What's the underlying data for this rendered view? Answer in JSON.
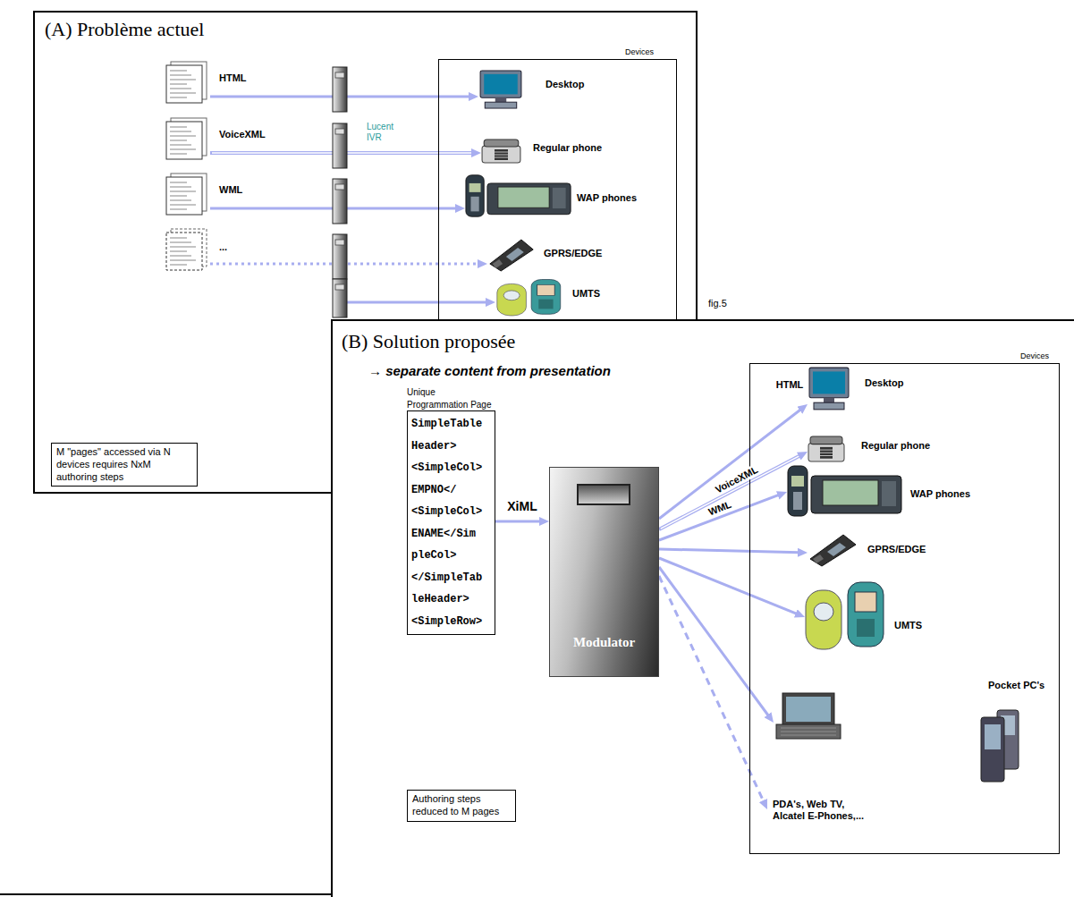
{
  "diagram": {
    "nodes": [
      {
        "text": [
          "(A) Problème actuel"
        ]
      },
      {
        "text": [
          "HTML"
        ],
        "in": 0
      },
      {
        "text": [
          "VoiceXML"
        ],
        "in": 0
      },
      {
        "text": [
          "WML"
        ],
        "in": 0
      },
      {
        "text": [
          "..."
        ],
        "in": 0
      },
      {
        "text": [
          "Devices"
        ],
        "in": 0
      },
      {
        "text": [
          "Desktop"
        ],
        "in": 5
      },
      {
        "text": [
          "Regular phone"
        ],
        "in": 5
      },
      {
        "text": [
          "WAP phones"
        ],
        "in": 5
      },
      {
        "text": [
          "GPRS/EDGE"
        ],
        "in": 5
      },
      {
        "text": [
          "UMTS"
        ],
        "in": 5
      },
      {
        "text": [
          "M \"pages\" accessed via N devices requires NxM authoring steps"
        ],
        "in": 0
      },
      {
        "text": [
          "(B) Solution proposée"
        ]
      },
      {
        "text": [
          "Unique Programmation Page",
          "SimpleTable Header> <SimpleCol> EMPNO</ <SimpleCol> ENAME</Sim pleCol> </SimpleTab leHeader> <SimpleRow>"
        ],
        "in": 12
      },
      {
        "text": [
          "Modulator"
        ],
        "in": 12
      },
      {
        "text": [
          "Devices"
        ],
        "in": 12
      },
      {
        "text": [
          "Desktop"
        ],
        "in": 15
      },
      {
        "text": [
          "Regular phone"
        ],
        "in": 15
      },
      {
        "text": [
          "WAP phones"
        ],
        "in": 15
      },
      {
        "text": [
          "GPRS/EDGE"
        ],
        "in": 15
      },
      {
        "text": [
          "UMTS"
        ],
        "in": 15
      },
      {
        "text": [
          "Pocket PC's"
        ],
        "in": 15
      },
      {
        "text": [
          "PDA's, Web TV, Alcatel E-Phones,..."
        ],
        "in": 15
      },
      {
        "text": [
          "Authoring steps reduced to M pages"
        ],
        "in": 12
      }
    ],
    "edges": [
      {
        "from": 1,
        "to": 6,
        "arrow": "to"
      },
      {
        "from": 2,
        "to": 7,
        "arrow": "to"
      },
      {
        "from": 3,
        "to": 8,
        "arrow": "to"
      },
      {
        "from": 4,
        "to": 9,
        "arrow": "to"
      },
      {
        "from": 13,
        "to": 14,
        "label": "XiML",
        "arrow": "to"
      },
      {
        "from": 14,
        "to": 16,
        "label": "HTML",
        "arrow": "to"
      },
      {
        "from": 14,
        "to": 17,
        "label": "VoiceXML",
        "arrow": "to"
      },
      {
        "from": 14,
        "to": 18,
        "label": "WML",
        "arrow": "to"
      },
      {
        "from": 14,
        "to": 19,
        "arrow": "to"
      },
      {
        "from": 14,
        "to": 20,
        "arrow": "to"
      },
      {
        "from": 14,
        "to": 21,
        "arrow": "to"
      },
      {
        "from": 14,
        "to": 22,
        "arrow": "to"
      }
    ],
    "labels": [
      "Lucent IVR",
      "fig.5",
      "→ separate content from presentation"
    ]
  }
}
